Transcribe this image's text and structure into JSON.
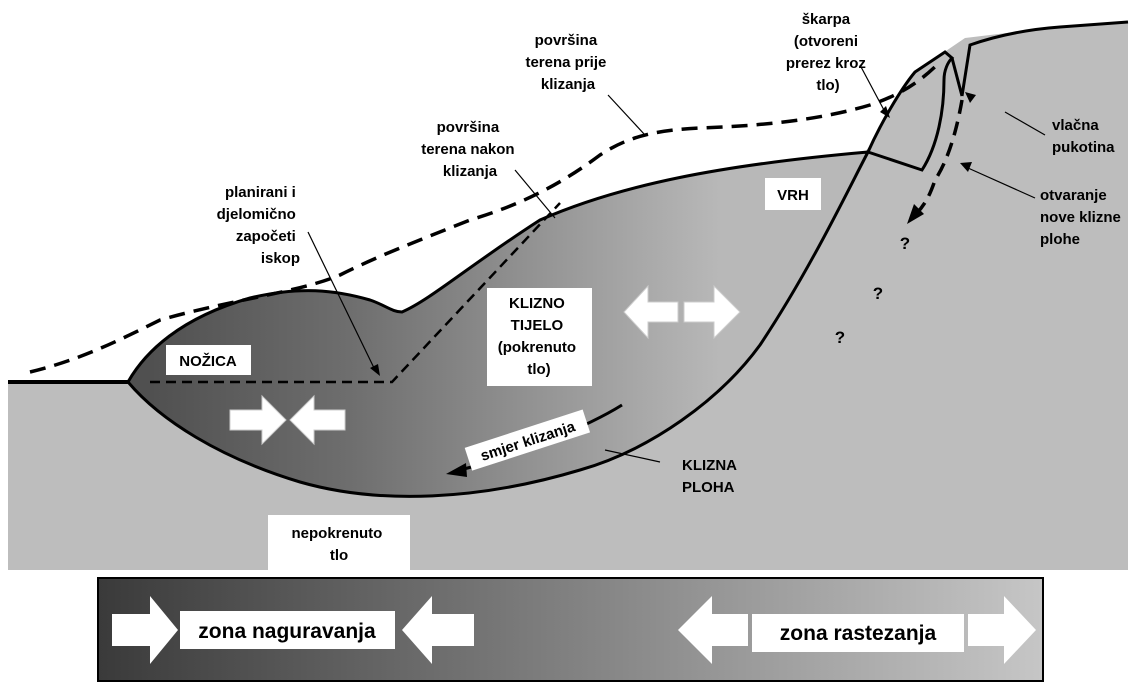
{
  "labels": {
    "surface_before": [
      "površina",
      "terena prije",
      "klizanja"
    ],
    "surface_after": [
      "površina",
      "terena nakon",
      "klizanja"
    ],
    "scarp": [
      "škarpa",
      "(otvoreni",
      "prerez kroz",
      "tlo)"
    ],
    "tension_crack": [
      "vlačna",
      "pukotina"
    ],
    "new_slip": [
      "otvaranje",
      "nove klizne",
      "plohe"
    ],
    "excavation": [
      "planirani i",
      "djelomično",
      "započeti",
      "iskop"
    ],
    "head": "VRH",
    "toe": "NOŽICA",
    "sliding_body": [
      "KLIZNO",
      "TIJELO",
      "(pokrenuto",
      "tlo)"
    ],
    "slip_direction": "smjer klizanja",
    "slip_surface": [
      "KLIZNA",
      "PLOHA"
    ],
    "stable_ground": [
      "nepokrenuto",
      "tlo"
    ],
    "question_mark": "?"
  },
  "legend": {
    "compression": "zona naguravanja",
    "extension": "zona rastezanja"
  },
  "colors": {
    "ground": "#bdbdbd",
    "body_dark": "#5a5a5a",
    "body_light": "#b5b5b5",
    "line": "#000000",
    "box": "#ffffff"
  }
}
